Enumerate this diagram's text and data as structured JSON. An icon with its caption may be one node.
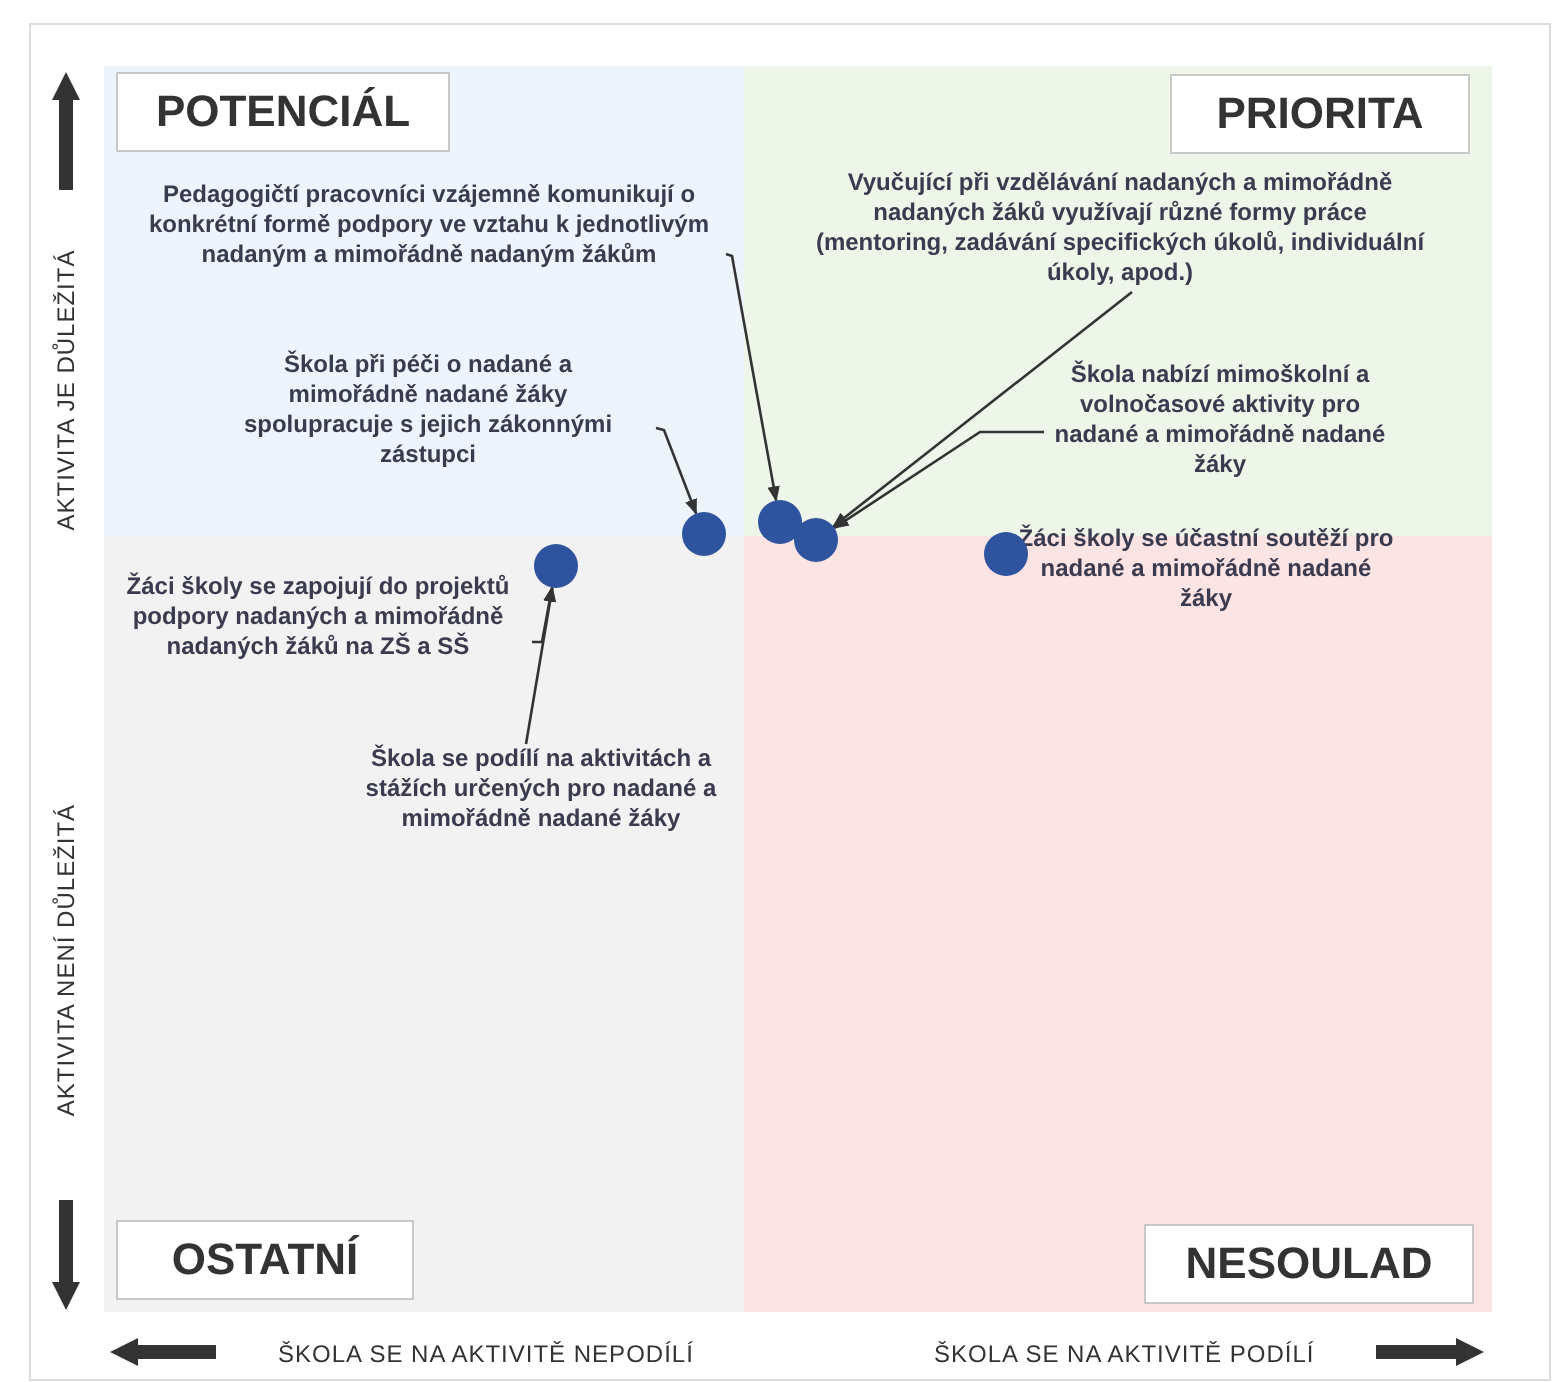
{
  "diagram": {
    "nodes": [
      {
        "text": [
          "POTENCIÁL"
        ]
      },
      {
        "text": [
          "PRIORITA"
        ]
      },
      {
        "text": [
          "OSTATNÍ"
        ]
      },
      {
        "text": [
          "NESOULAD"
        ]
      },
      {
        "text": [
          "Pedagogičtí pracovníci vzájemně komunikují o konkrétní formě podpory ve vztahu k jednotlivým nadaným a mimořádně nadaným žákům"
        ]
      },
      {
        "text": [
          "Vyučující při vzdělávání nadaných a mimořádně nadaných žáků využívají různé formy práce (mentoring, zadávání specifických úkolů, individuální úkoly, apod.)"
        ]
      },
      {
        "text": [
          "Škola při péči o nadané a mimořádně nadané žáky spolupracuje s jejich zákonnými zástupci"
        ]
      },
      {
        "text": [
          "Škola nabízí mimoškolní a volnočasové aktivity pro nadané a mimořádně nadané žáky"
        ]
      },
      {
        "text": [
          "Žáci školy se zapojují do projektů podpory nadaných a mimořádně nadaných žáků na ZŠ a SŠ"
        ]
      },
      {
        "text": [
          "Žáci školy se účastní soutěží pro nadané a mimořádně nadané žáky"
        ]
      },
      {
        "text": [
          "Škola se podílí na aktivitách a stážích určených pro nadané a mimořádně nadané žáky"
        ]
      },
      {
        "text": [],
        "shape": "circle"
      },
      {
        "text": [],
        "shape": "circle"
      },
      {
        "text": [],
        "shape": "circle"
      },
      {
        "text": [],
        "shape": "circle"
      },
      {
        "text": [],
        "shape": "circle"
      }
    ],
    "edges": [
      {
        "from": 4,
        "to": 13,
        "arrow": "to"
      },
      {
        "from": 6,
        "to": 12,
        "arrow": "to"
      },
      {
        "from": 5,
        "to": 14,
        "arrow": "to"
      },
      {
        "from": 7,
        "to": 14,
        "arrow": "to"
      },
      {
        "from": 8,
        "to": 11,
        "arrow": "to"
      },
      {
        "from": 10,
        "to": 11,
        "arrow": "to"
      }
    ],
    "labels": [
      "AKTIVITA JE DŮLEŽITÁ",
      "AKTIVITA NENÍ DŮLEŽITÁ",
      "ŠKOLA SE NA AKTIVITĚ NEPODÍLÍ",
      "ŠKOLA SE NA AKTIVITĚ PODÍLÍ"
    ]
  }
}
